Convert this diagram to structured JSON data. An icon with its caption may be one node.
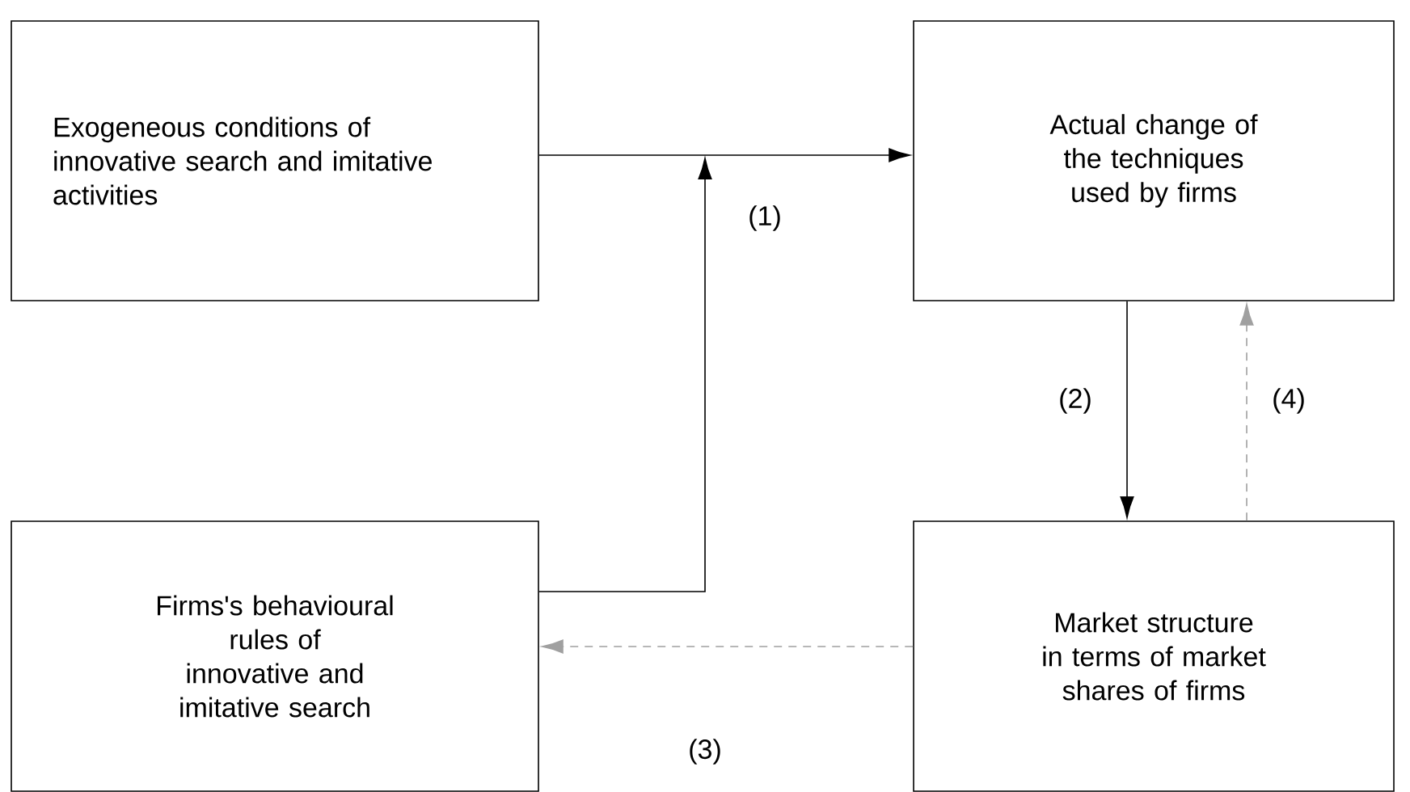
{
  "diagram": {
    "nodes": [
      {
        "text": [
          "Exogeneous conditions of innovative search and imitative activities"
        ]
      },
      {
        "text": [
          "Actual change of the techniques used by firms"
        ]
      },
      {
        "text": [
          "Firms's behavioural rules of innovative and imitative search"
        ]
      },
      {
        "text": [
          "Market structure in terms of market shares of firms"
        ]
      }
    ],
    "edges": [
      {
        "from": 0,
        "to": 1,
        "arrow": "to"
      },
      {
        "from": 2,
        "to": null,
        "arrow": "to",
        "label": "(1)"
      },
      {
        "from": 1,
        "to": 3,
        "arrow": "to",
        "label": "(2)"
      },
      {
        "from": 3,
        "to": 2,
        "arrow": "to",
        "label": "(3)",
        "style": "dashed",
        "color": "#a0a0a0"
      },
      {
        "from": 3,
        "to": 1,
        "arrow": "to",
        "label": "(4)",
        "style": "dashed",
        "color": "#a0a0a0"
      }
    ]
  }
}
